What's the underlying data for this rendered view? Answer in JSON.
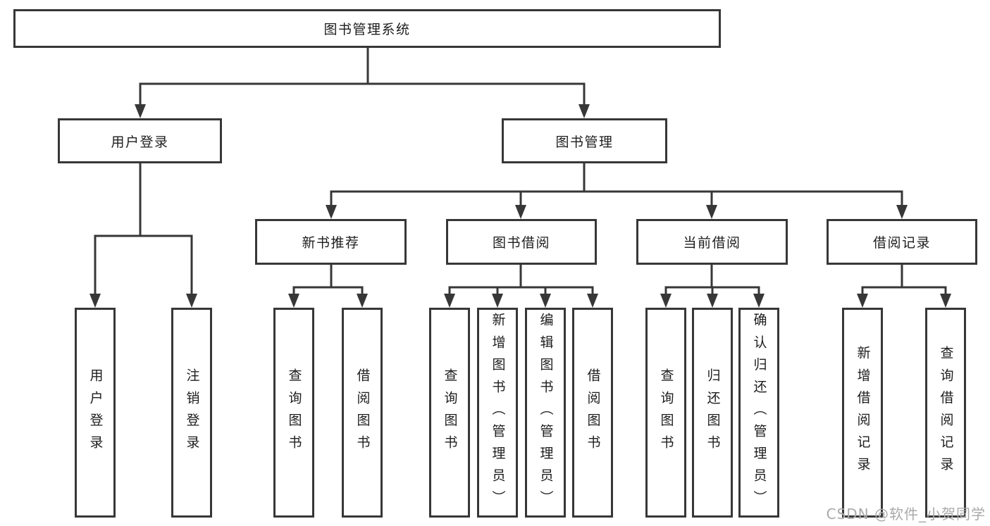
{
  "colors": {
    "line": "#373737",
    "box_border": "#373737",
    "text": "#1d1d1d",
    "watermark": "#a9a9a9",
    "background": "#ffffff"
  },
  "tree": {
    "label": "图书管理系统",
    "children": [
      {
        "label": "用户登录",
        "children": [
          {
            "label": "用户登录"
          },
          {
            "label": "注销登录"
          }
        ]
      },
      {
        "label": "图书管理",
        "children": [
          {
            "label": "新书推荐",
            "children": [
              {
                "label": "查询图书"
              },
              {
                "label": "借阅图书"
              }
            ]
          },
          {
            "label": "图书借阅",
            "children": [
              {
                "label": "查询图书"
              },
              {
                "label": "新增图书（管理员）"
              },
              {
                "label": "编辑图书（管理员）"
              },
              {
                "label": "借阅图书"
              }
            ]
          },
          {
            "label": "当前借阅",
            "children": [
              {
                "label": "查询图书"
              },
              {
                "label": "归还图书"
              },
              {
                "label": "确认归还（管理员）"
              }
            ]
          },
          {
            "label": "借阅记录",
            "children": [
              {
                "label": "新增借阅记录"
              },
              {
                "label": "查询借阅记录"
              }
            ]
          }
        ]
      }
    ]
  },
  "watermark": {
    "text": "CSDN @软件_小贺同学"
  }
}
